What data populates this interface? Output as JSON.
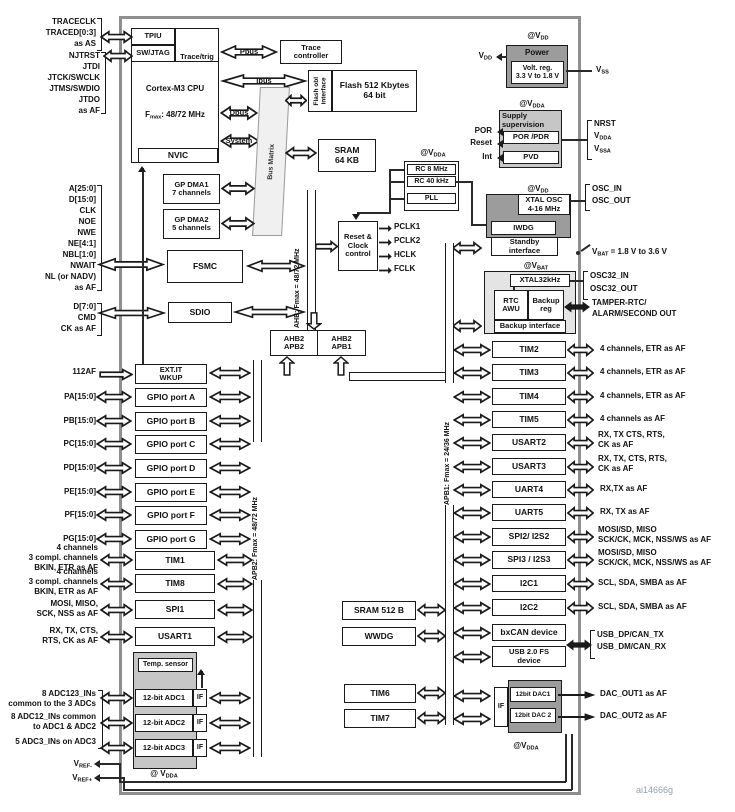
{
  "watermark": "ai14666g",
  "buses": {
    "pbus": "Pbus",
    "ibus": "Ibus",
    "dbus": "Dbus",
    "system": "System",
    "matrix": "Bus Matrix",
    "ahb": "AHB: Fmax = 48/72 MHz",
    "apb2": "APB2: Fmax = 48/72 MHz",
    "apb1": "APB1: Fmax = 24/36 MHz"
  },
  "clocks": [
    "PCLK1",
    "PCLK2",
    "HCLK",
    "FCLK"
  ],
  "blocks": {
    "tpiu": "TPIU",
    "swjtag": "SW/JTAG",
    "trace_trig": "Trace/trig",
    "cpu": "Cortex-M3 CPU",
    "cpu_fmax": {
      "m": "F",
      "s": "max",
      "r": ": 48/72 MHz"
    },
    "nvic": "NVIC",
    "trace_ctrl": "Trace\ncontroller",
    "flash_if": "Flash obl\ninterface",
    "flash": "Flash 512 Kbytes\n64 bit",
    "sram64": "SRAM\n64 KB",
    "dma1": "GP DMA1\n7 channels",
    "dma2": "GP DMA2\n5 channels",
    "fsmc": "FSMC",
    "sdio": "SDIO",
    "rcc": "Reset &\nClock\ncontrol",
    "rc8": "RC 8 MHz",
    "rc40": "RC 40 kHz",
    "pll": "PLL",
    "power": "Power",
    "vreg": "Volt. reg.\n3.3 V to 1.8 V",
    "supply": "Supply\nsupervision",
    "porpdr": "POR /PDR",
    "pvd": "PVD",
    "xtal": "XTAL OSC\n4-16 MHz",
    "iwdg": "IWDG",
    "standby": "Standby\ninterface",
    "xtal32": "XTAL32kHz",
    "rtc": "RTC\nAWU",
    "bkpreg": "Backup\nreg",
    "bkpif": "Backup interface",
    "bridge_l": "AHB2\nAPB2",
    "bridge_r": "AHB2\nAPB1",
    "extit": "EXT.IT\nWKUP",
    "gpio": [
      "GPIO port A",
      "GPIO port B",
      "GPIO port C",
      "GPIO port D",
      "GPIO port E",
      "GPIO port F",
      "GPIO port G"
    ],
    "tim1": "TIM1",
    "tim8": "TIM8",
    "spi1": "SPI1",
    "usart1": "USART1",
    "temp": "Temp. sensor",
    "adc1": "12-bit ADC1",
    "adc2": "12-bit ADC2",
    "adc3": "12-bit ADC3",
    "if": "IF",
    "sram512": "SRAM 512 B",
    "wwdg": "WWDG",
    "tim6": "TIM6",
    "tim7": "TIM7",
    "apb1": [
      "TIM2",
      "TIM3",
      "TIM4",
      "TIM5",
      "USART2",
      "USART3",
      "UART4",
      "UART5",
      "SPI2/ I2S2",
      "SPI3 / I2S3",
      "I2C1",
      "I2C2",
      "bxCAN device",
      "USB 2.0 FS\ndevice"
    ],
    "dac_if": "IF",
    "dac1": "12bit DAC1",
    "dac2": "12bit DAC 2"
  },
  "pins_left": {
    "trace": [
      "TRACECLK",
      "TRACED[0:3]",
      "as AS"
    ],
    "jtag": [
      "NJTRST",
      "JTDI",
      "JTCK/SWCLK",
      "JTMS/SWDIO",
      "JTDO",
      "as AF"
    ],
    "fsmc": [
      "A[25:0]",
      "D[15:0]",
      "CLK",
      "NOE",
      "NWE",
      "NE[4:1]",
      "NBL[1:0]",
      "NWAIT",
      "NL (or NADV)",
      "as AF"
    ],
    "sdio": [
      "D[7:0]",
      "CMD",
      "CK as AF"
    ],
    "extit": "112AF",
    "gpio": [
      "PA[15:0]",
      "PB[15:0]",
      "PC[15:0]",
      "PD[15:0]",
      "PE[15:0]",
      "PF[15:0]",
      "PG[15:0]"
    ],
    "tim1": [
      "4 channels",
      "3 compl. channels",
      "BKIN, ETR as AF"
    ],
    "tim8": [
      "4 channels",
      "3 compl. channels",
      "BKIN, ETR as AF"
    ],
    "spi1": [
      "MOSI, MISO,",
      "SCK, NSS as AF"
    ],
    "usart1": [
      "RX, TX, CTS,",
      "RTS, CK as AF"
    ],
    "adc": [
      "8 ADC123_INs",
      "common to the 3 ADCs",
      "8 ADC12_INs common",
      "to ADC1 & ADC2",
      "5 ADC3_INs on ADC3"
    ],
    "vref_minus": {
      "m": "V",
      "s": "REF-"
    },
    "vref_plus": {
      "m": "V",
      "s": "REF+"
    }
  },
  "pins_right": {
    "vss": {
      "m": "V",
      "s": "SS"
    },
    "vdd": {
      "m": "V",
      "s": "DD"
    },
    "por": "POR",
    "reset": "Reset",
    "int": "Int",
    "nrst": "NRST",
    "vdda": {
      "m": "V",
      "s": "DDA"
    },
    "vssa": {
      "m": "V",
      "s": "SSA"
    },
    "osc_in": "OSC_IN",
    "osc_out": "OSC_OUT",
    "vbat": {
      "m": "V",
      "s": "BAT",
      "r": " = 1.8 V to 3.6 V"
    },
    "osc32_in": "OSC32_IN",
    "osc32_out": "OSC32_OUT",
    "tamper": [
      "TAMPER-RTC/",
      "ALARM/SECOND OUT"
    ],
    "apb1_labels": [
      [
        "4 channels, ETR as AF"
      ],
      [
        "4 channels, ETR as AF"
      ],
      [
        "4 channels, ETR as AF"
      ],
      [
        "4 channels as AF"
      ],
      [
        "RX, TX CTS, RTS,",
        "CK as AF"
      ],
      [
        "RX, TX, CTS, RTS,",
        "CK as AF"
      ],
      [
        "RX,TX as AF"
      ],
      [
        "RX, TX as AF"
      ],
      [
        "MOSI/SD, MISO",
        "SCK/CK, MCK, NSS/WS as AF"
      ],
      [
        "MOSI/SD, MISO",
        "SCK/CK, MCK, NSS/WS as AF"
      ],
      [
        "SCL, SDA, SMBA as AF"
      ],
      [
        "SCL, SDA, SMBA as AF"
      ]
    ],
    "usbcan": [
      "USB_DP/CAN_TX",
      "USB_DM/CAN_RX"
    ],
    "dac_out1": "DAC_OUT1 as AF",
    "dac_out2": "DAC_OUT2 as AF"
  },
  "at": {
    "vdd_power": {
      "m": "@V",
      "s": "DD"
    },
    "vdda_supply": {
      "m": "@V",
      "s": "DDA"
    },
    "vdda_rc": {
      "m": "@V",
      "s": "DDA"
    },
    "vdd_xtal": {
      "m": "@V",
      "s": "DD"
    },
    "vbat": {
      "m": "@V",
      "s": "BAT"
    },
    "vdda_adc": {
      "m": "@ V",
      "s": "DDA"
    },
    "vdda_dac": {
      "m": "@V",
      "s": "DDA"
    }
  }
}
